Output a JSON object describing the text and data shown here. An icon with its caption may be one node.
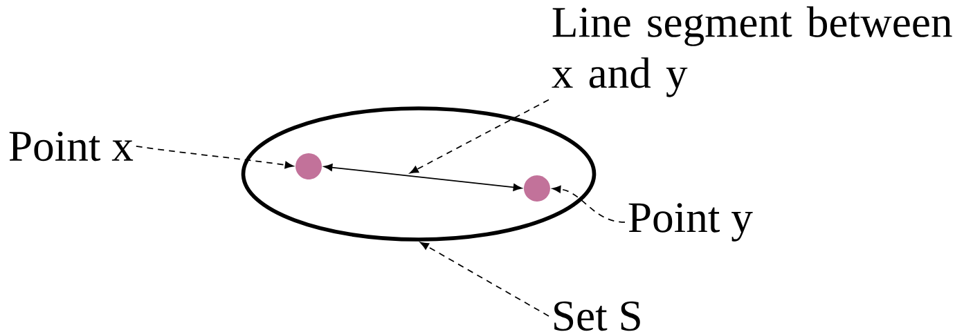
{
  "diagram": {
    "nodes": [
      {
        "text": [],
        "shape": "ellipse"
      },
      {
        "text": [],
        "shape": "circle",
        "in": 0
      },
      {
        "text": [],
        "shape": "circle",
        "in": 0
      },
      {
        "text": [
          "Point x"
        ]
      },
      {
        "text": [
          "Line segment between x and y"
        ]
      },
      {
        "text": [
          "Point y"
        ]
      },
      {
        "text": [
          "Set S"
        ]
      }
    ],
    "edges": [
      {
        "from": 1,
        "to": 2,
        "arrow": "both"
      },
      {
        "from": 3,
        "to": 1,
        "arrow": "to",
        "style": "dashed"
      },
      {
        "from": 4,
        "to": null,
        "arrow": "to",
        "style": "dashed"
      },
      {
        "from": 5,
        "to": 2,
        "arrow": "to",
        "style": "dashed"
      },
      {
        "from": 6,
        "to": 0,
        "arrow": "to",
        "style": "dashed"
      }
    ]
  }
}
